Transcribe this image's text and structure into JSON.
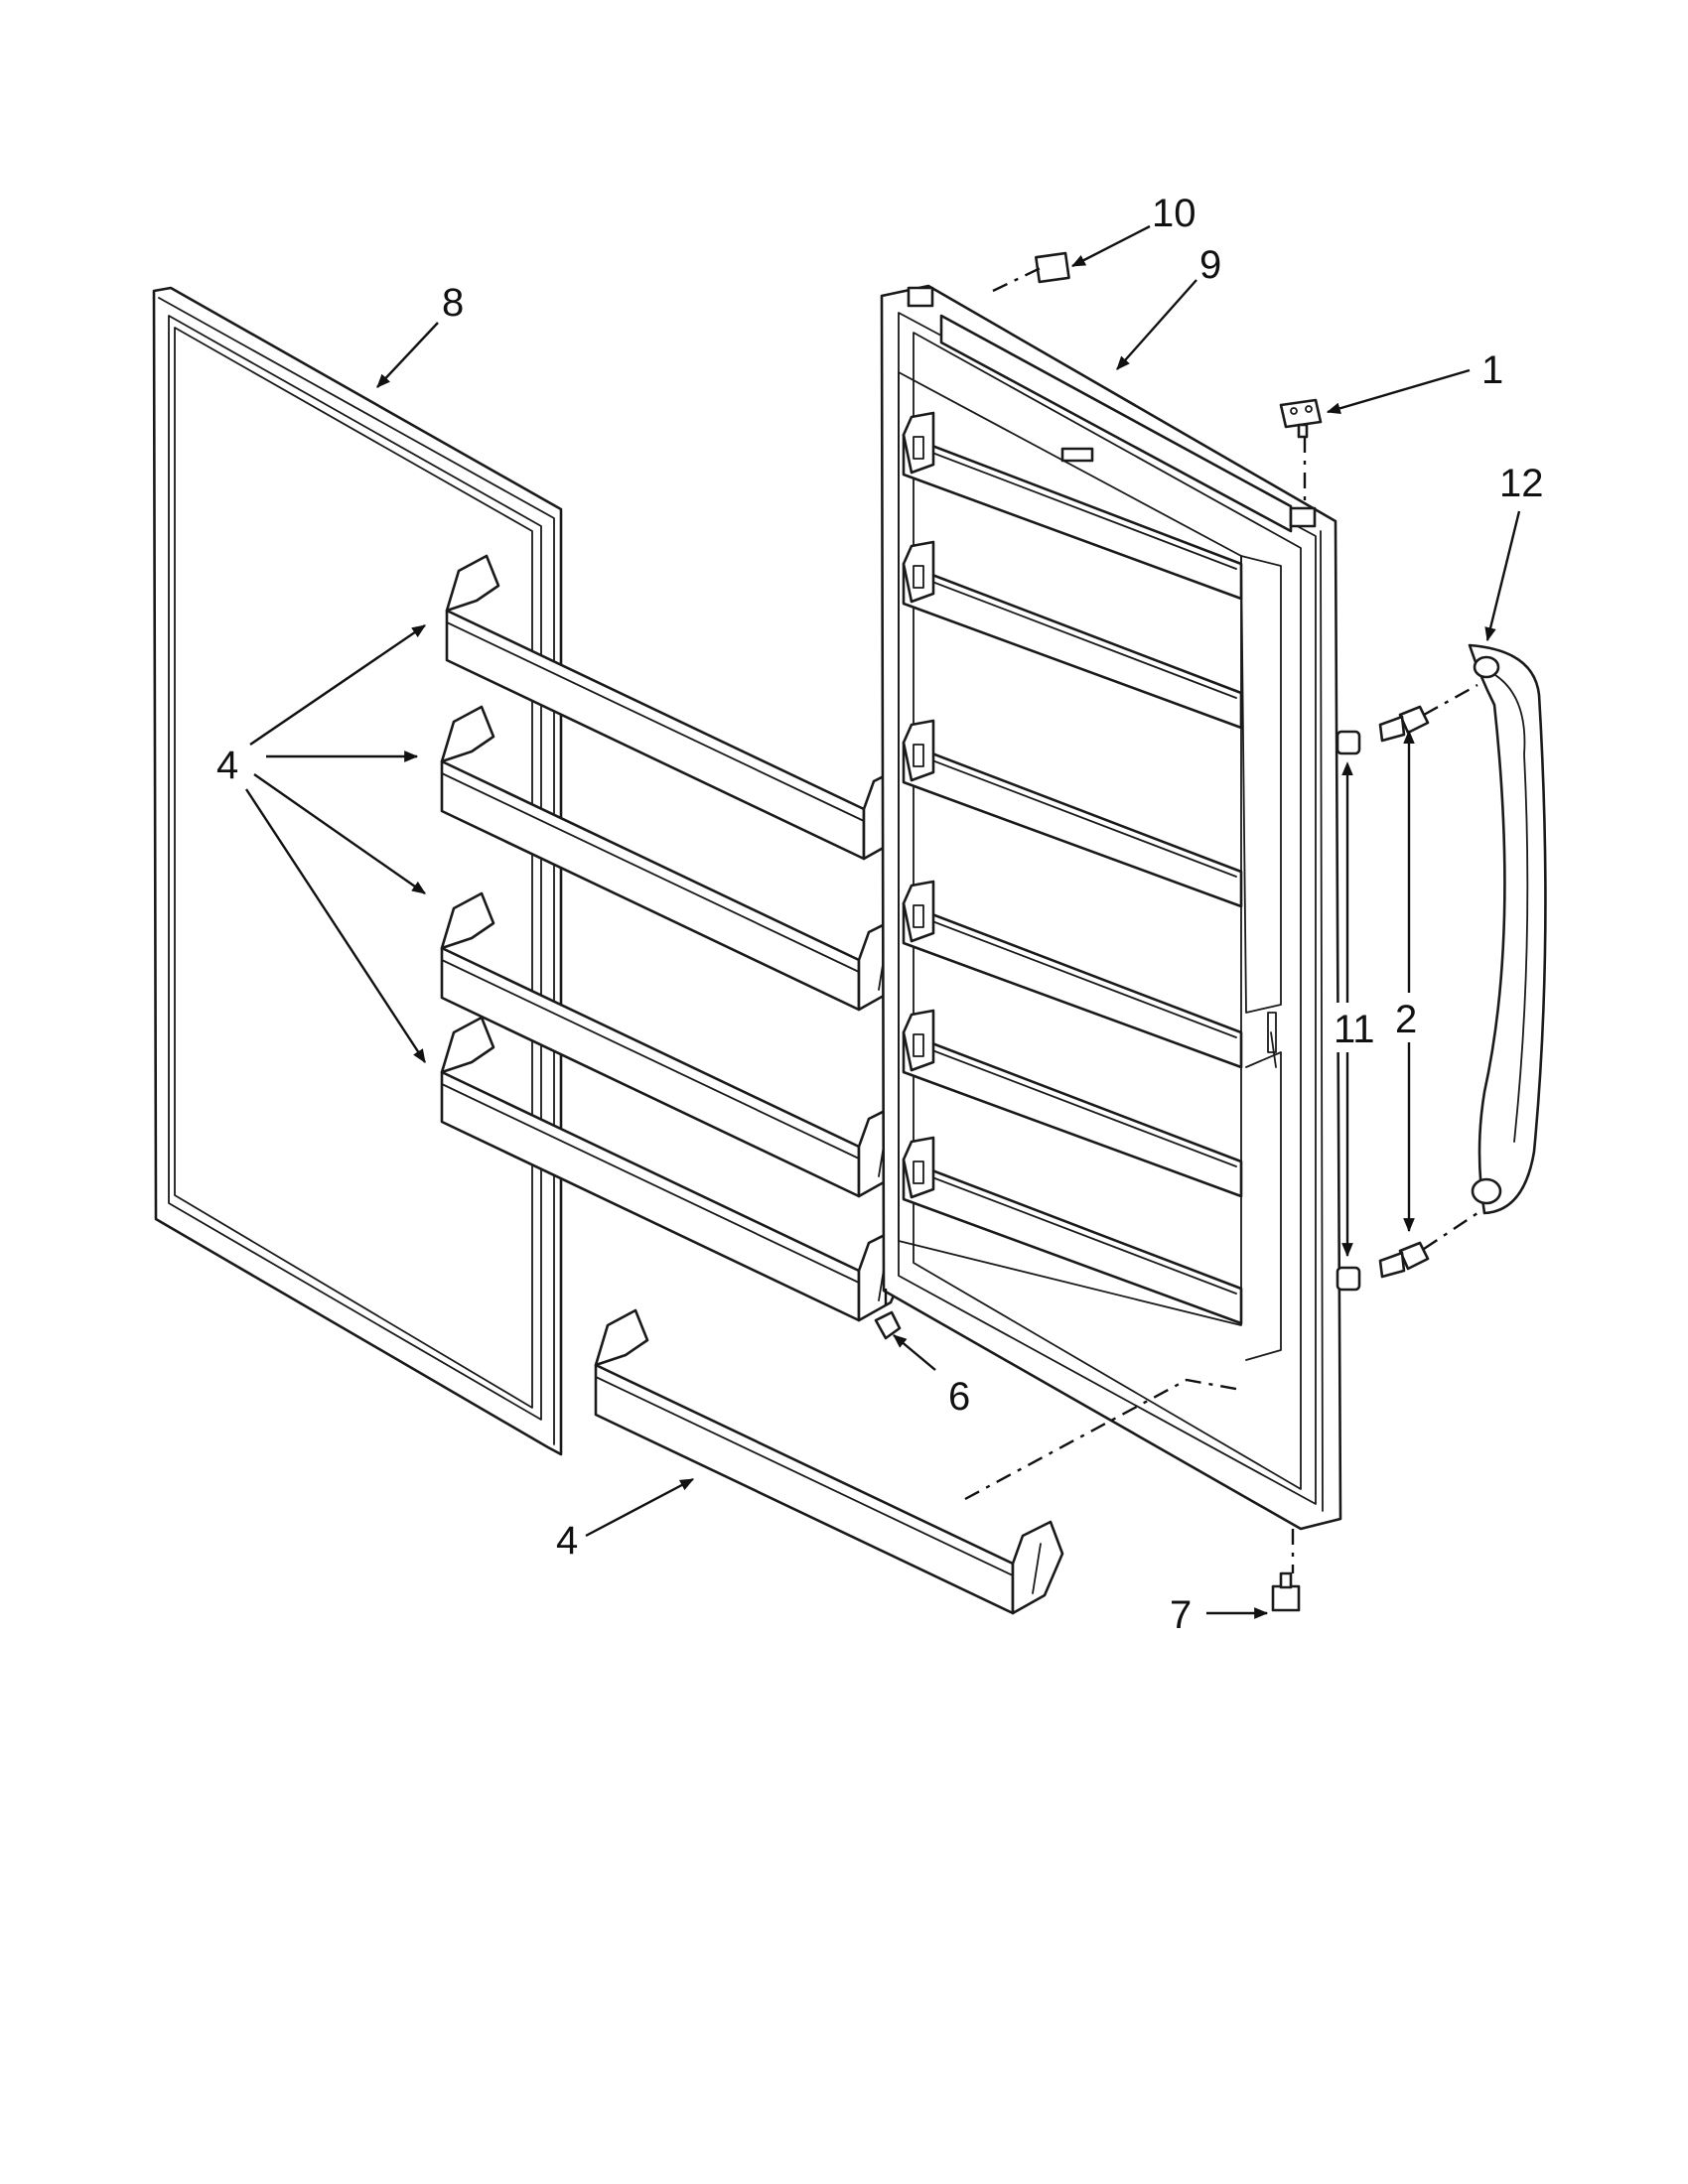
{
  "callouts": {
    "c1": "1",
    "c2": "2",
    "c4a": "4",
    "c4b": "4",
    "c6": "6",
    "c7": "7",
    "c8": "8",
    "c9": "9",
    "c10": "10",
    "c11": "11",
    "c12": "12"
  }
}
